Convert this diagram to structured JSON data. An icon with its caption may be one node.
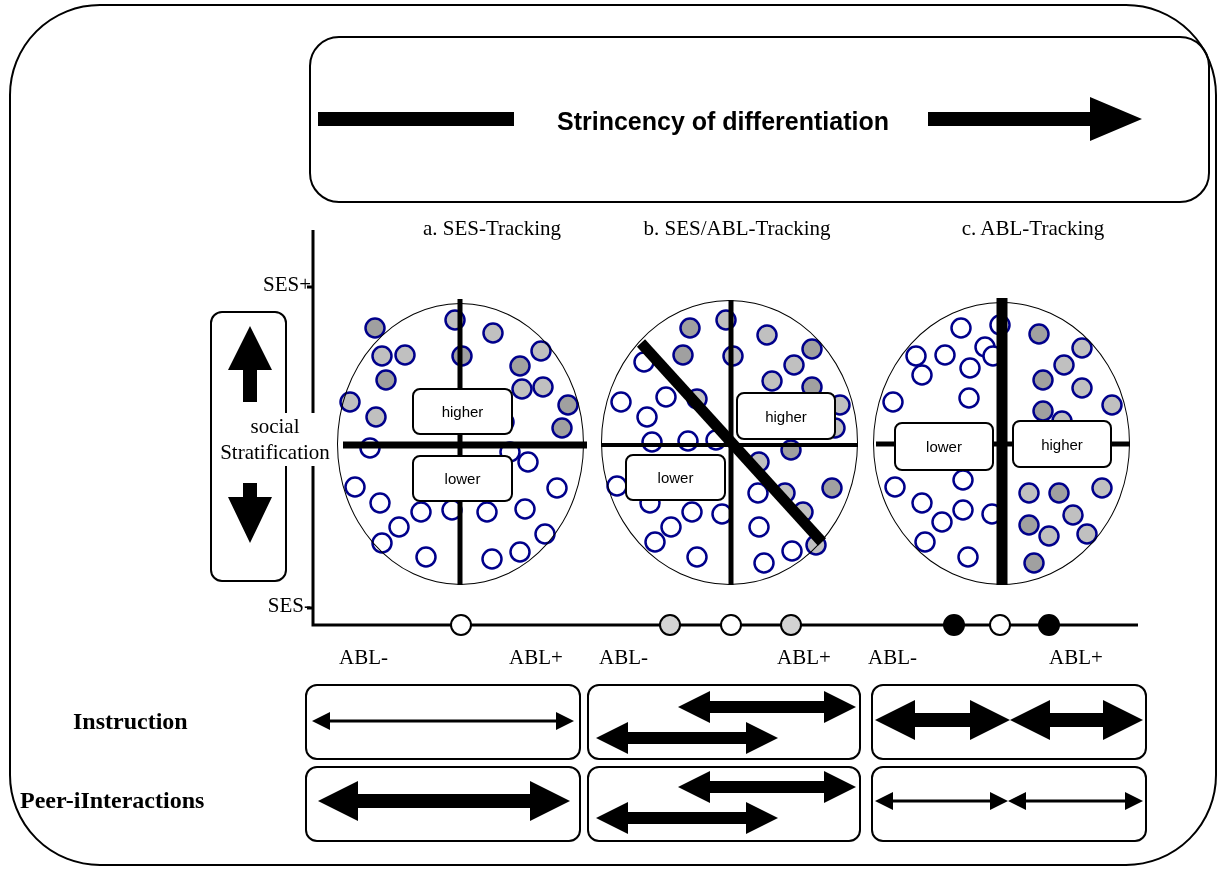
{
  "diagram": {
    "nodes": [
      {
        "text": [
          "Strincency of differentiation"
        ]
      },
      {
        "text": [
          "social Stratification"
        ]
      },
      {
        "text": [],
        "shape": "circle"
      },
      {
        "text": [
          "higher"
        ],
        "in": 2
      },
      {
        "text": [
          "lower"
        ],
        "in": 2
      },
      {
        "text": [],
        "shape": "circle"
      },
      {
        "text": [
          "higher"
        ],
        "in": 5
      },
      {
        "text": [
          "lower"
        ],
        "in": 5
      },
      {
        "text": [],
        "shape": "circle"
      },
      {
        "text": [
          "lower"
        ],
        "in": 8
      },
      {
        "text": [
          "higher"
        ],
        "in": 8
      },
      {
        "text": [],
        "shape": "box"
      },
      {
        "text": [],
        "shape": "box"
      },
      {
        "text": [],
        "shape": "box"
      },
      {
        "text": [],
        "shape": "box"
      },
      {
        "text": [],
        "shape": "box"
      },
      {
        "text": [],
        "shape": "box"
      }
    ],
    "labels": [
      "a. SES-Tracking",
      "b. SES/ABL-Tracking",
      "c. ABL-Tracking",
      "SES+",
      "SES-",
      "ABL-",
      "ABL+",
      "ABL-",
      "ABL+",
      "ABL-",
      "ABL+",
      "Instruction",
      "Peer-iInteractions"
    ]
  }
}
